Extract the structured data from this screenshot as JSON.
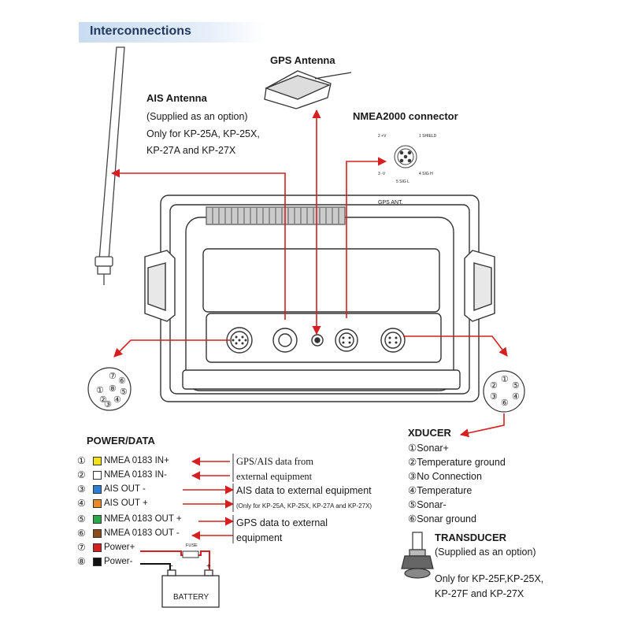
{
  "header": {
    "title": "Interconnections"
  },
  "gps_antenna": {
    "title": "GPS Antenna"
  },
  "ais_antenna": {
    "title": "AIS Antenna",
    "option": "(Supplied as an option)",
    "models_line1": "Only for KP-25A, KP-25X,",
    "models_line2": "KP-27A and KP-27X"
  },
  "nmea2000": {
    "title": "NMEA2000 connector",
    "pins": [
      "2 +V",
      "1 SHIELD",
      "3 -V",
      "4 SIG H",
      "5 SIG L"
    ]
  },
  "unit": {
    "gps_ant_label": "GPS ANT."
  },
  "power_data": {
    "title": "POWER/DATA",
    "wires": [
      {
        "num": "①",
        "color": "#f2e21a",
        "name": "NMEA 0183 IN+"
      },
      {
        "num": "②",
        "color": "#ffffff",
        "name": "NMEA 0183 IN-"
      },
      {
        "num": "③",
        "color": "#2a7fd4",
        "name": "AIS OUT -"
      },
      {
        "num": "④",
        "color": "#e88a2a",
        "name": "AIS OUT +"
      },
      {
        "num": "⑤",
        "color": "#2aa84a",
        "name": "NMEA 0183 OUT +"
      },
      {
        "num": "⑥",
        "color": "#8a4a1a",
        "name": "NMEA 0183 OUT -"
      },
      {
        "num": "⑦",
        "color": "#d42020",
        "name": "Power+"
      },
      {
        "num": "⑧",
        "color": "#111111",
        "name": "Power-"
      }
    ],
    "notes": {
      "gps_ais_in_1": "GPS/AIS data from",
      "gps_ais_in_2": "external equipment",
      "ais_out_1": "AIS data to external equipment",
      "ais_out_2": "(Only for KP-25A, KP-25X, KP-27A and KP-27X)",
      "gps_out_1": "GPS data to external",
      "gps_out_2": "equipment"
    },
    "fuse_label": "FUSE",
    "battery_label": "BATTERY"
  },
  "xducer": {
    "title": "XDUCER",
    "items": [
      "①Sonar+",
      "②Temperature ground",
      "③No Connection",
      "④Temperature",
      "⑤Sonar-",
      "⑥Sonar ground"
    ]
  },
  "transducer": {
    "title": "TRANSDUCER",
    "option": "(Supplied as an option)",
    "models_line1": "Only for KP-25F,KP-25X,",
    "models_line2": "KP-27F and KP-27X"
  },
  "connector_pins": {
    "power_data": [
      "⑦",
      "⑥",
      "⑤",
      "①",
      "⑧",
      "④",
      "②",
      "③"
    ],
    "xducer": [
      "①",
      "②",
      "⑤",
      "③",
      "④",
      "⑥"
    ]
  },
  "colors": {
    "red_line": "#d42020",
    "header_bar": "#dbe8f5",
    "header_text": "#223a5e"
  }
}
